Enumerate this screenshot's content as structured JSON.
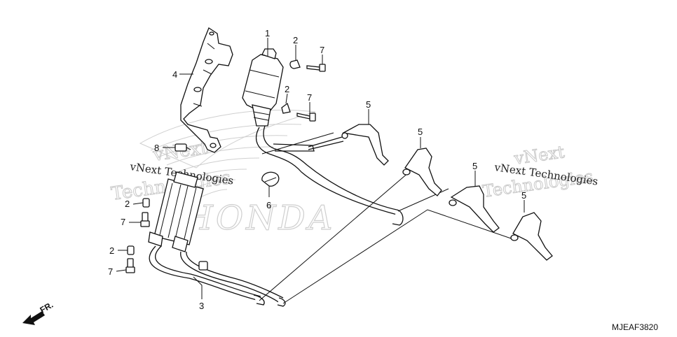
{
  "diagram": {
    "code": "MJEAF3820",
    "front_label": "FR.",
    "watermark_brand": "HONDA",
    "watermark": {
      "line1": "vNext Technologies",
      "outline_line1": "vNext",
      "outline_line2": "Technologies"
    },
    "callouts": [
      {
        "id": "c1",
        "num": "1"
      },
      {
        "id": "c2a",
        "num": "2"
      },
      {
        "id": "c7a",
        "num": "7"
      },
      {
        "id": "c2b",
        "num": "2"
      },
      {
        "id": "c7b",
        "num": "7"
      },
      {
        "id": "c4",
        "num": "4"
      },
      {
        "id": "c8",
        "num": "8"
      },
      {
        "id": "c5a",
        "num": "5"
      },
      {
        "id": "c5b",
        "num": "5"
      },
      {
        "id": "c5c",
        "num": "5"
      },
      {
        "id": "c5d",
        "num": "5"
      },
      {
        "id": "c6",
        "num": "6"
      },
      {
        "id": "c2c",
        "num": "2"
      },
      {
        "id": "c7c",
        "num": "7"
      },
      {
        "id": "c2d",
        "num": "2"
      },
      {
        "id": "c7d",
        "num": "7"
      },
      {
        "id": "c3",
        "num": "3"
      }
    ]
  }
}
